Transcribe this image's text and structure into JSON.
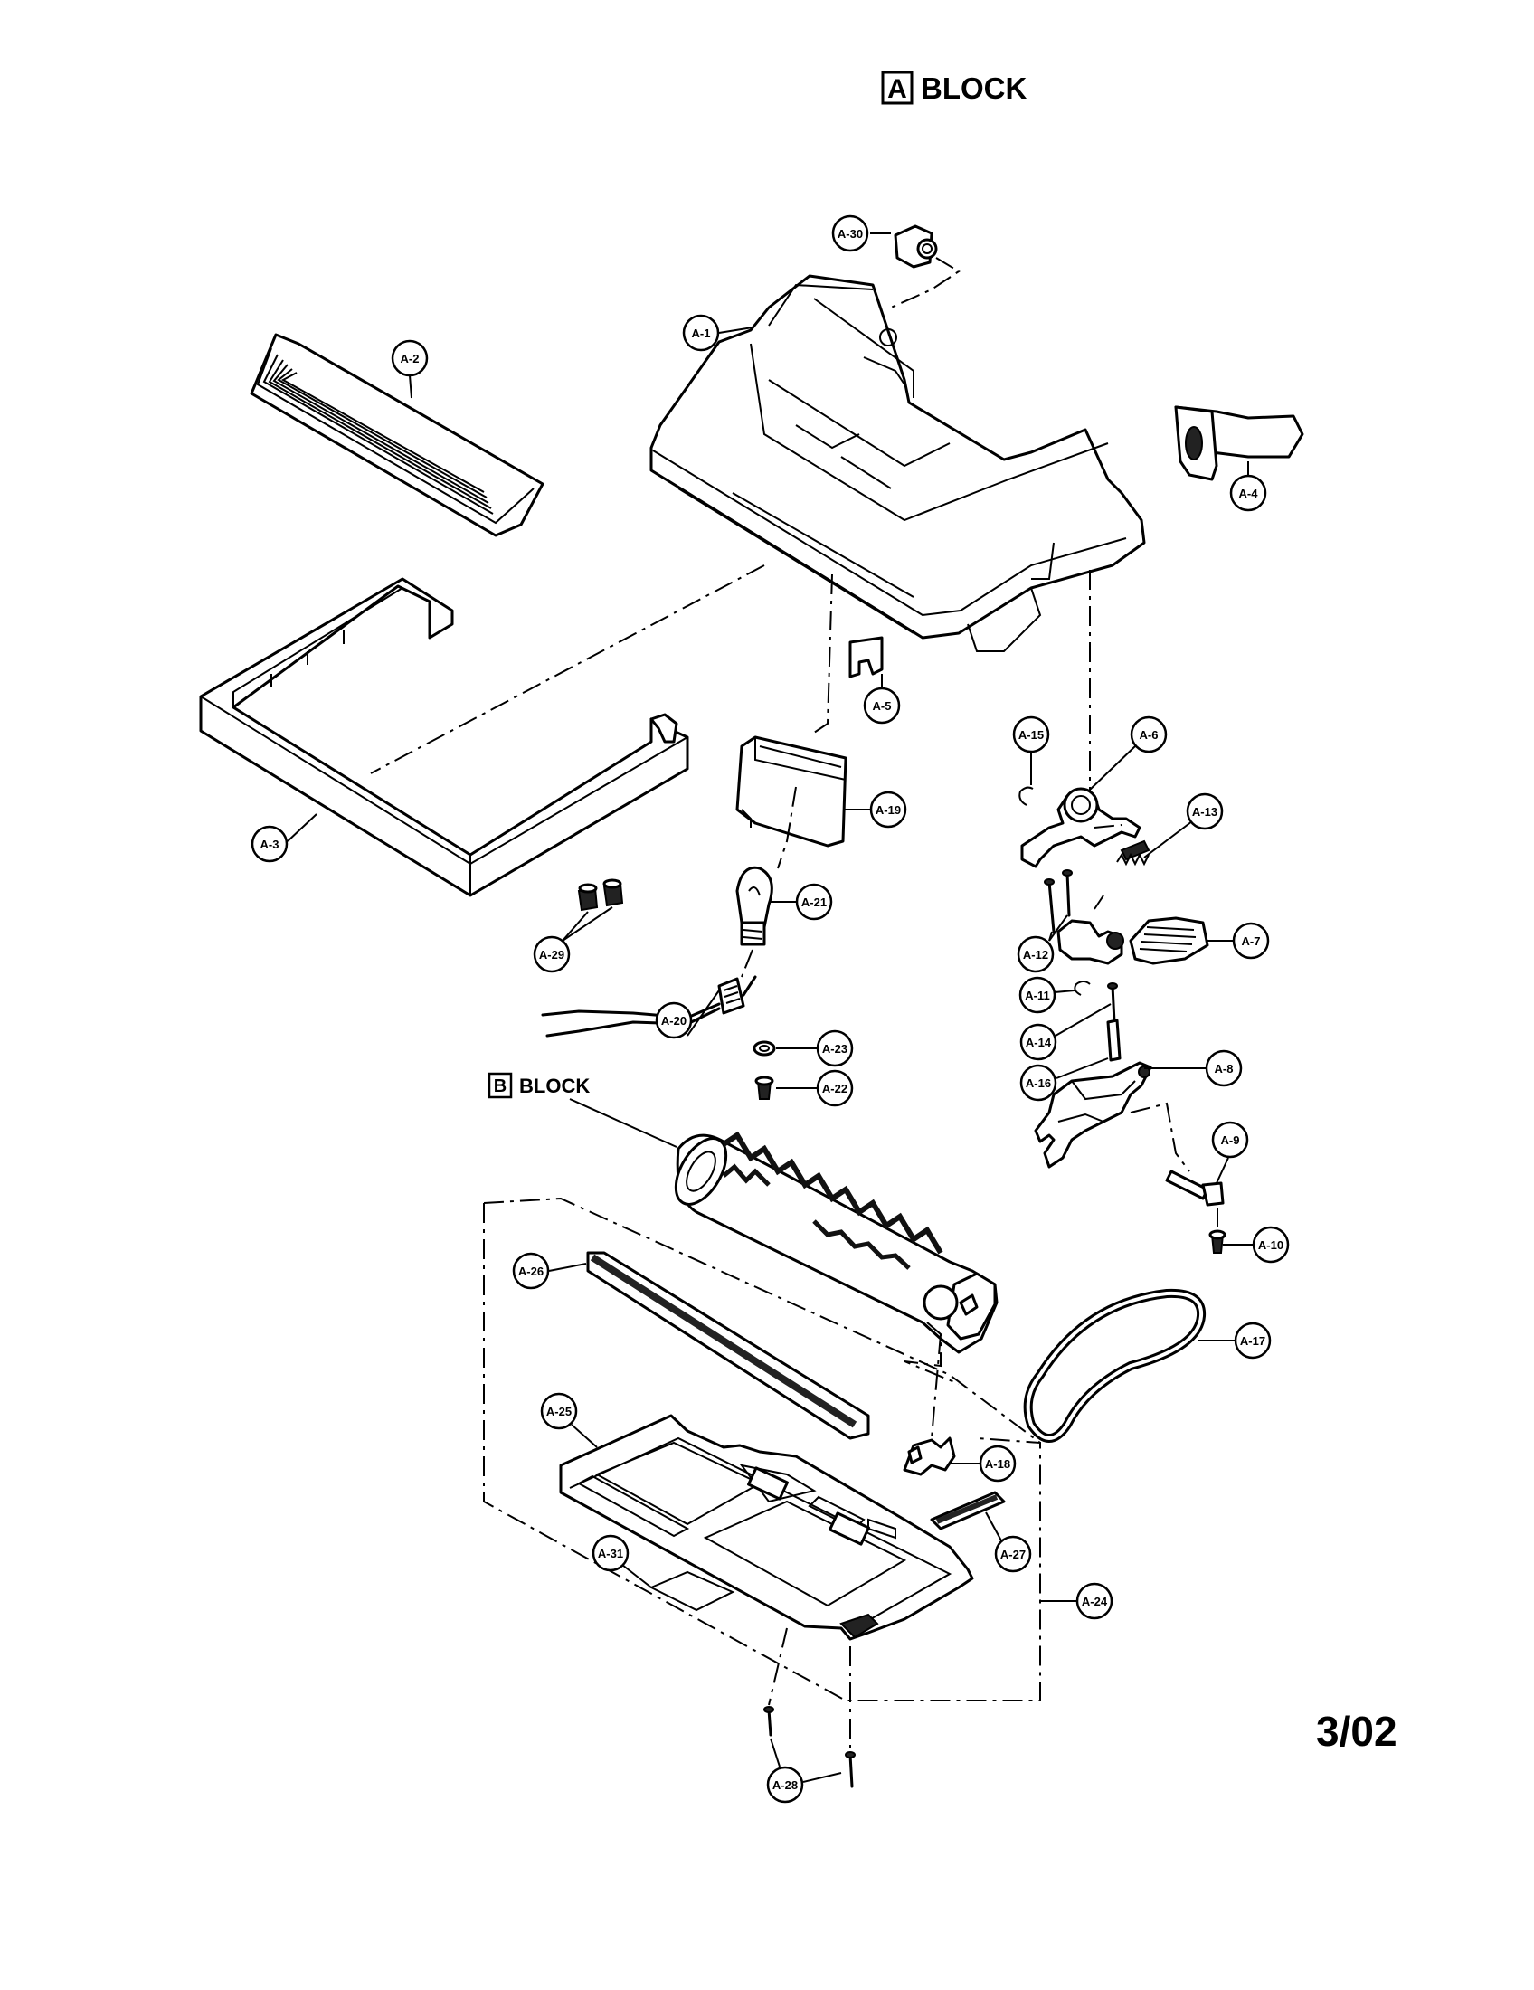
{
  "header": {
    "block_letter": "A",
    "block_word": "BLOCK"
  },
  "sub_block": {
    "letter": "B",
    "word": "BLOCK"
  },
  "revision": "3/02",
  "callouts": [
    {
      "id": "a30",
      "label": "A-30"
    },
    {
      "id": "a1",
      "label": "A-1"
    },
    {
      "id": "a2",
      "label": "A-2"
    },
    {
      "id": "a4",
      "label": "A-4"
    },
    {
      "id": "a5",
      "label": "A-5"
    },
    {
      "id": "a3",
      "label": "A-3"
    },
    {
      "id": "a19",
      "label": "A-19"
    },
    {
      "id": "a15",
      "label": "A-15"
    },
    {
      "id": "a6",
      "label": "A-6"
    },
    {
      "id": "a13",
      "label": "A-13"
    },
    {
      "id": "a21",
      "label": "A-21"
    },
    {
      "id": "a29",
      "label": "A-29"
    },
    {
      "id": "a12",
      "label": "A-12"
    },
    {
      "id": "a7",
      "label": "A-7"
    },
    {
      "id": "a20",
      "label": "A-20"
    },
    {
      "id": "a11",
      "label": "A-11"
    },
    {
      "id": "a23",
      "label": "A-23"
    },
    {
      "id": "a14",
      "label": "A-14"
    },
    {
      "id": "a8",
      "label": "A-8"
    },
    {
      "id": "a16",
      "label": "A-16"
    },
    {
      "id": "a22",
      "label": "A-22"
    },
    {
      "id": "a9",
      "label": "A-9"
    },
    {
      "id": "a10",
      "label": "A-10"
    },
    {
      "id": "a26",
      "label": "A-26"
    },
    {
      "id": "a17",
      "label": "A-17"
    },
    {
      "id": "a25",
      "label": "A-25"
    },
    {
      "id": "a18",
      "label": "A-18"
    },
    {
      "id": "a27",
      "label": "A-27"
    },
    {
      "id": "a31",
      "label": "A-31"
    },
    {
      "id": "a24",
      "label": "A-24"
    },
    {
      "id": "a28",
      "label": "A-28"
    }
  ]
}
